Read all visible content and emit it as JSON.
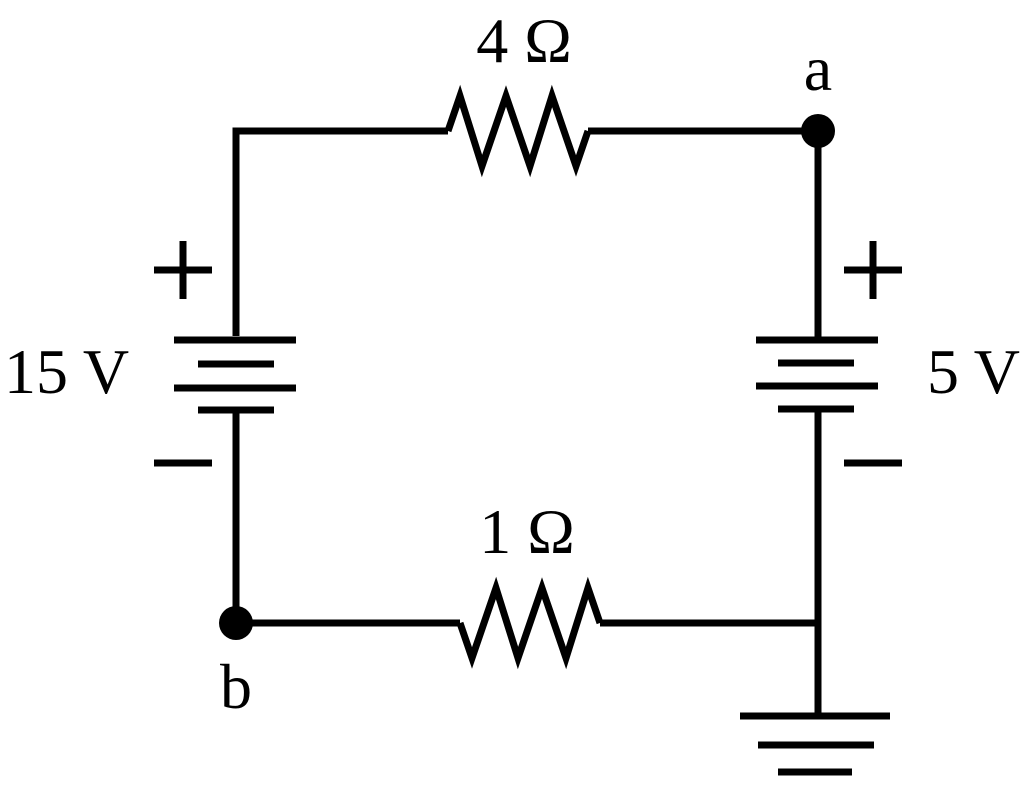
{
  "labels": {
    "r_top": "4 Ω",
    "r_bottom": "1 Ω",
    "node_a": "a",
    "node_b": "b",
    "battery_left": "15 V",
    "battery_right": "5 V"
  },
  "components": {
    "r_top": {
      "type": "resistor",
      "resistance": 4,
      "unit": "Ω"
    },
    "r_bottom": {
      "type": "resistor",
      "resistance": 1,
      "unit": "Ω"
    },
    "battery_left": {
      "type": "battery",
      "emf": 15,
      "unit": "V",
      "positive": "top"
    },
    "battery_right": {
      "type": "battery",
      "emf": 5,
      "unit": "V",
      "positive": "top"
    },
    "ground": {
      "type": "ground",
      "location": "bottom-right"
    }
  },
  "polarity": {
    "plus": "+",
    "minus": "–"
  }
}
